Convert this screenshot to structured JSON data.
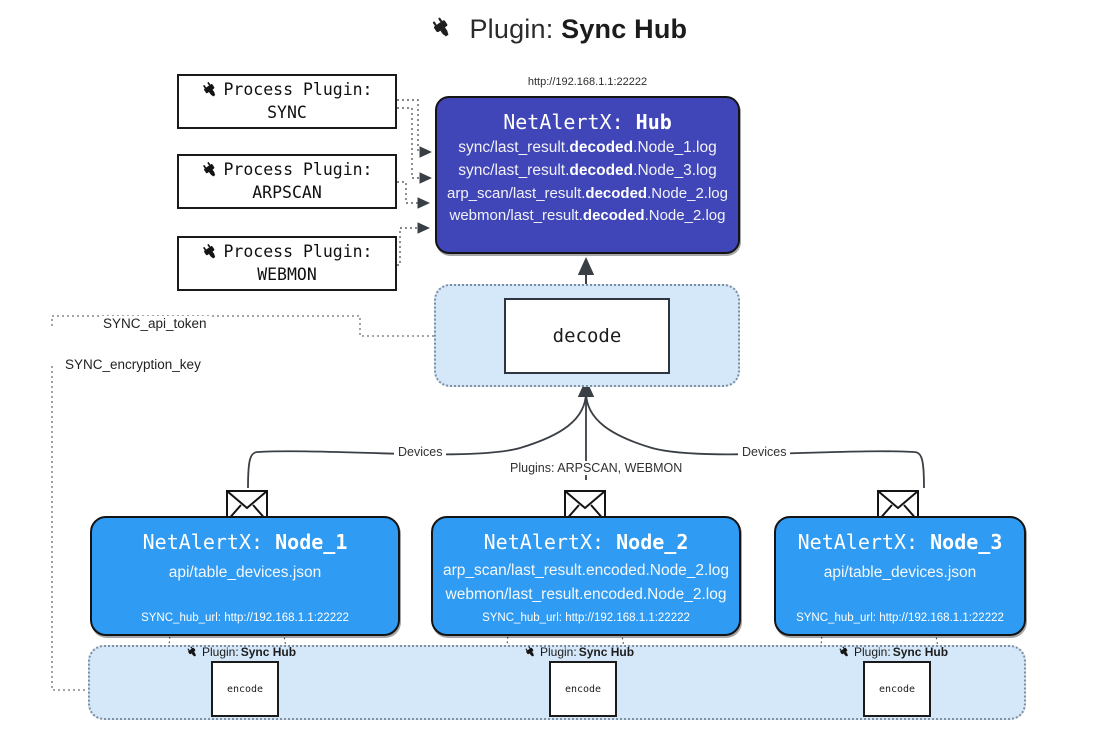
{
  "header": {
    "icon": "plug-icon",
    "prefix": "Plugin:",
    "title": "Sync Hub"
  },
  "process_plugins": [
    {
      "icon": "plug-icon",
      "line1": "Process Plugin:",
      "line2": "SYNC"
    },
    {
      "icon": "plug-icon",
      "line1": "Process Plugin:",
      "line2": "ARPSCAN"
    },
    {
      "icon": "plug-icon",
      "line1": "Process Plugin:",
      "line2": "WEBMON"
    }
  ],
  "hub": {
    "url": "http://192.168.1.1:22222",
    "prefix": "NetAlertX:",
    "name": "Hub",
    "logs": [
      {
        "pre": "sync/last_result.",
        "em": "decoded",
        "post": ".Node_1.log"
      },
      {
        "pre": "sync/last_result.",
        "em": "decoded",
        "post": ".Node_3.log"
      },
      {
        "pre": "arp_scan/last_result.",
        "em": "decoded",
        "post": ".Node_2.log"
      },
      {
        "pre": "webmon/last_result.",
        "em": "decoded",
        "post": ".Node_2.log"
      }
    ]
  },
  "decode": {
    "label": "decode"
  },
  "tokens": {
    "api_token": "SYNC_api_token",
    "encryption_key": "SYNC_encryption_key"
  },
  "edge_labels": {
    "devices_left": "Devices",
    "devices_right": "Devices",
    "plugins_center": "Plugins: ARPSCAN, WEBMON"
  },
  "nodes": [
    {
      "prefix": "NetAlertX:",
      "name": "Node_1",
      "lines": [
        "api/table_devices.json"
      ],
      "footer": "SYNC_hub_url: http://192.168.1.1:22222",
      "mail_icon": "envelope-icon"
    },
    {
      "prefix": "NetAlertX:",
      "name": "Node_2",
      "lines": [
        "arp_scan/last_result.encoded.Node_2.log",
        "webmon/last_result.encoded.Node_2.log"
      ],
      "footer": "SYNC_hub_url: http://192.168.1.1:22222",
      "mail_icon": "envelope-icon"
    },
    {
      "prefix": "NetAlertX:",
      "name": "Node_3",
      "lines": [
        "api/table_devices.json"
      ],
      "footer": "SYNC_hub_url: http://192.168.1.1:22222",
      "mail_icon": "envelope-icon"
    }
  ],
  "encoders": [
    {
      "plugin_prefix": "Plugin:",
      "plugin_name": "Sync Hub",
      "label": "encode",
      "icon": "plug-icon"
    },
    {
      "plugin_prefix": "Plugin:",
      "plugin_name": "Sync Hub",
      "label": "encode",
      "icon": "plug-icon"
    },
    {
      "plugin_prefix": "Plugin:",
      "plugin_name": "Sync Hub",
      "label": "encode",
      "icon": "plug-icon"
    }
  ],
  "colors": {
    "hub_fill": "#4046b8",
    "node_fill": "#2f9bf3",
    "container_fill": "#d5e8f9",
    "stroke": "#141414"
  }
}
